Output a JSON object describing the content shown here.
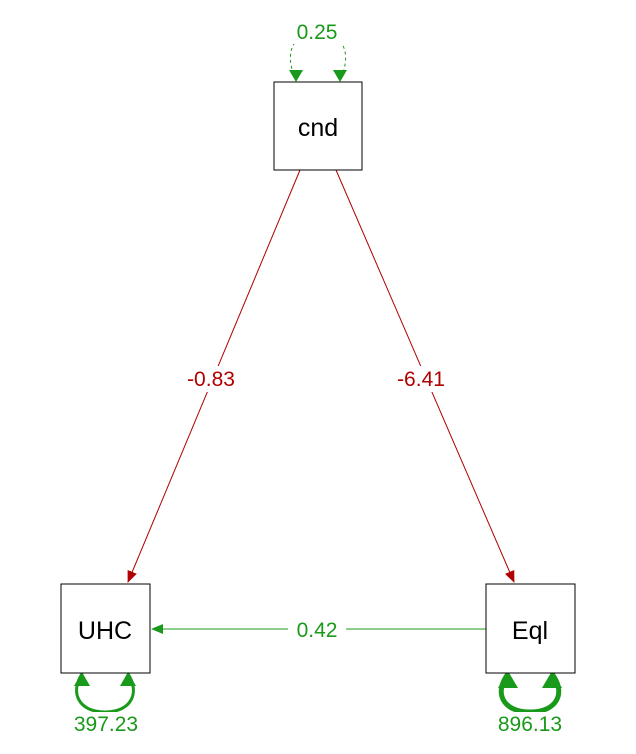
{
  "diagram": {
    "nodes": {
      "cnd": {
        "label": "cnd"
      },
      "uhc": {
        "label": "UHC"
      },
      "eql": {
        "label": "Eql"
      }
    },
    "paths": {
      "cnd_to_uhc": {
        "label": "-0.83",
        "sign": "negative"
      },
      "cnd_to_eql": {
        "label": "-6.41",
        "sign": "negative"
      },
      "eql_to_uhc": {
        "label": "0.42",
        "sign": "positive"
      }
    },
    "variances": {
      "cnd": {
        "label": "0.25",
        "style": "dashed"
      },
      "uhc": {
        "label": "397.23",
        "style": "solid"
      },
      "eql": {
        "label": "896.13",
        "style": "solid"
      }
    },
    "colors": {
      "positive": "#1a9a1a",
      "negative": "#b00000",
      "node_border": "#000000"
    }
  }
}
